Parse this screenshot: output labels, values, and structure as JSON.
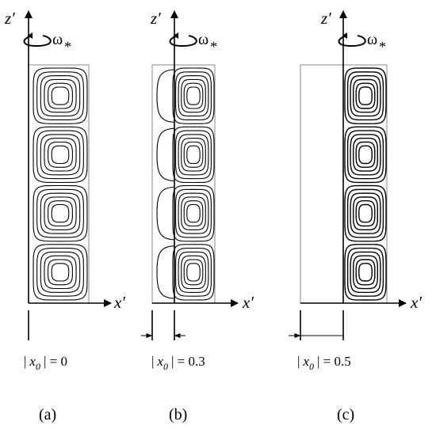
{
  "axis_labels": {
    "z": "z′",
    "x": "x′",
    "omega": "ω",
    "omega_sub": "*"
  },
  "panels": [
    {
      "id": "a",
      "caption": "(a)",
      "x0_text": {
        "bar_left": "|",
        "var": "x",
        "sub": "0",
        "bar_right": "|",
        "rest": " = 0"
      },
      "x0_value": 0
    },
    {
      "id": "b",
      "caption": "(b)",
      "x0_text": {
        "bar_left": "|",
        "var": "x",
        "sub": "0",
        "bar_right": "|",
        "rest": " = 0.3"
      },
      "x0_value": 0.3
    },
    {
      "id": "c",
      "caption": "(c)",
      "x0_text": {
        "bar_left": "|",
        "var": "x",
        "sub": "0",
        "bar_right": "|",
        "rest": " = 0.5"
      },
      "x0_value": 0.5
    }
  ],
  "cells_per_panel": 4,
  "contours_per_cell": 6
}
